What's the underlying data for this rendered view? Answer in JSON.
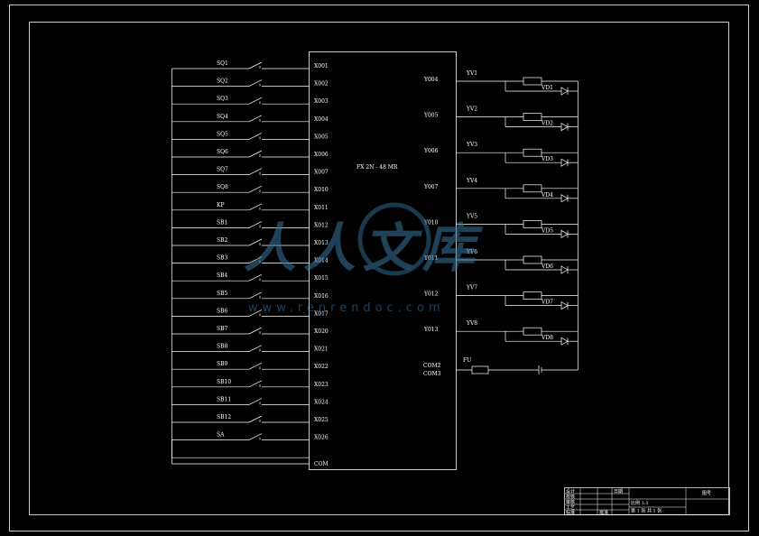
{
  "plc": {
    "model": "FX 2N - 48 MR",
    "inputs": [
      "X001",
      "X002",
      "X003",
      "X004",
      "X005",
      "X006",
      "X007",
      "X010",
      "X011",
      "X012",
      "X013",
      "X014",
      "X015",
      "X016",
      "X017",
      "X020",
      "X021",
      "X022",
      "X023",
      "X024",
      "X025",
      "X026"
    ],
    "input_com": "COM",
    "outputs": [
      "Y004",
      "Y005",
      "Y006",
      "Y007",
      "Y010",
      "Y011",
      "Y012",
      "Y013"
    ],
    "output_com": [
      "COM2",
      "COM3"
    ]
  },
  "switches": [
    "SQ1",
    "SQ2",
    "SQ3",
    "SQ4",
    "SQ5",
    "SQ6",
    "SQ7",
    "SQ8",
    "KP",
    "SB1",
    "SB2",
    "SB3",
    "SB4",
    "SB5",
    "SB6",
    "SB7",
    "SB8",
    "SB9",
    "SB10",
    "SB11",
    "SB12",
    "SA"
  ],
  "valves": [
    "YV1",
    "YV2",
    "YV3",
    "YV4",
    "YV5",
    "YV6",
    "YV7",
    "YV8"
  ],
  "diodes": [
    "VD1",
    "VD2",
    "VD3",
    "VD4",
    "VD5",
    "VD6",
    "VD7",
    "VD8"
  ],
  "fuse": "FU",
  "title_block": {
    "rows": [
      "设计",
      "校核",
      "审核",
      "工艺",
      "标准"
    ],
    "mid_top": "日期",
    "bottom_small": "批准",
    "scale_text": "比例  1:1",
    "sheet_text": "第 1 张  共 1 张",
    "right_text": "图号"
  },
  "watermark": {
    "text": "人人文库",
    "url": "www.renrendoc.com"
  }
}
